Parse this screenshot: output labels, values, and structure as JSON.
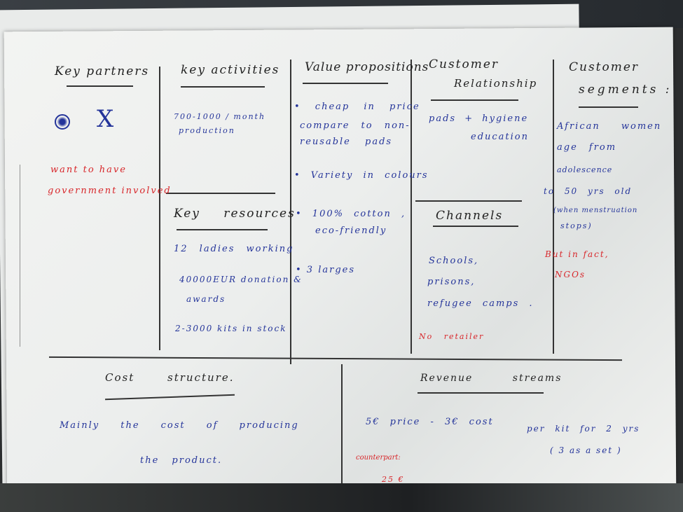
{
  "canvas": {
    "key_partners": {
      "title": "Key partners",
      "mark": "X",
      "note_red": [
        "want to have",
        "government involved"
      ]
    },
    "key_activities": {
      "title": "key activities",
      "items": [
        "700-1000 / month",
        "production"
      ]
    },
    "key_resources": {
      "title": "Key resources",
      "items": [
        "12 ladies working",
        "40000EUR donation &",
        "awards",
        "2-3000 kits in stock"
      ]
    },
    "value_propositions": {
      "title": "Value propositions",
      "items": [
        "• cheap in price",
        "compare to non-",
        "reusable pads",
        "• Variety in colours",
        "• 100% cotton ,",
        "eco-friendly",
        "• 3 larges"
      ]
    },
    "customer_relationship": {
      "title_line1": "Customer",
      "title_line2": "Relationship",
      "items": [
        "pads + hygiene",
        "education"
      ]
    },
    "channels": {
      "title": "Channels",
      "items": [
        "Schools,",
        "prisons,",
        "refugee camps ."
      ],
      "note_red": "No retailer"
    },
    "customer_segments": {
      "title_line1": "Customer",
      "title_line2": "segments :",
      "items": [
        "African women",
        "age from",
        "adolescence",
        "to 50 yrs old",
        "(when menstruation",
        "stops)"
      ],
      "note_red": [
        "But in fact,",
        "NGOs"
      ]
    },
    "cost_structure": {
      "title": "Cost structure.",
      "items": [
        "Mainly the cost of producing",
        "the product."
      ]
    },
    "revenue_streams": {
      "title": "Revenue streams",
      "items": [
        "5€ price - 3€ cost",
        "per kit for 2 yrs",
        "( 3 as a set )"
      ],
      "note_red": [
        "counterpart:",
        "25 €"
      ]
    }
  },
  "colors": {
    "ink_black": "#222222",
    "ink_blue": "#24349a",
    "ink_red": "#d8262a"
  }
}
